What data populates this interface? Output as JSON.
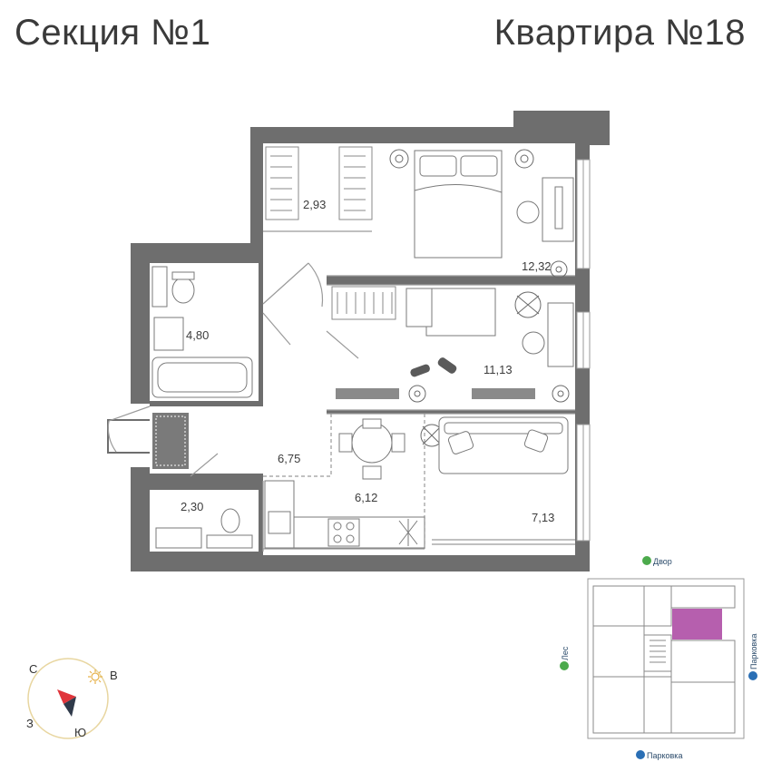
{
  "header": {
    "section": "Секция №1",
    "apartment": "Квартира №18"
  },
  "rooms": [
    {
      "id": "closet",
      "area": "2,93"
    },
    {
      "id": "bedroom",
      "area": "12,32"
    },
    {
      "id": "bathroom",
      "area": "4,80"
    },
    {
      "id": "room2",
      "area": "11,13"
    },
    {
      "id": "hall",
      "area": "6,75"
    },
    {
      "id": "kitchen",
      "area": "6,12"
    },
    {
      "id": "wc",
      "area": "2,30"
    },
    {
      "id": "living",
      "area": "7,13"
    }
  ],
  "site_plan": {
    "labels": {
      "yard": "Двор",
      "forest": "Лес",
      "parking_right": "Парковка",
      "parking_bottom": "Парковка"
    },
    "highlight_color": "#b65fae"
  },
  "compass": {
    "n": "С",
    "e": "В",
    "s": "Ю",
    "w": "З"
  },
  "colors": {
    "wall": "#6e6e6e",
    "accent_red": "#e0353b",
    "accent_dark": "#2f3a4a"
  }
}
